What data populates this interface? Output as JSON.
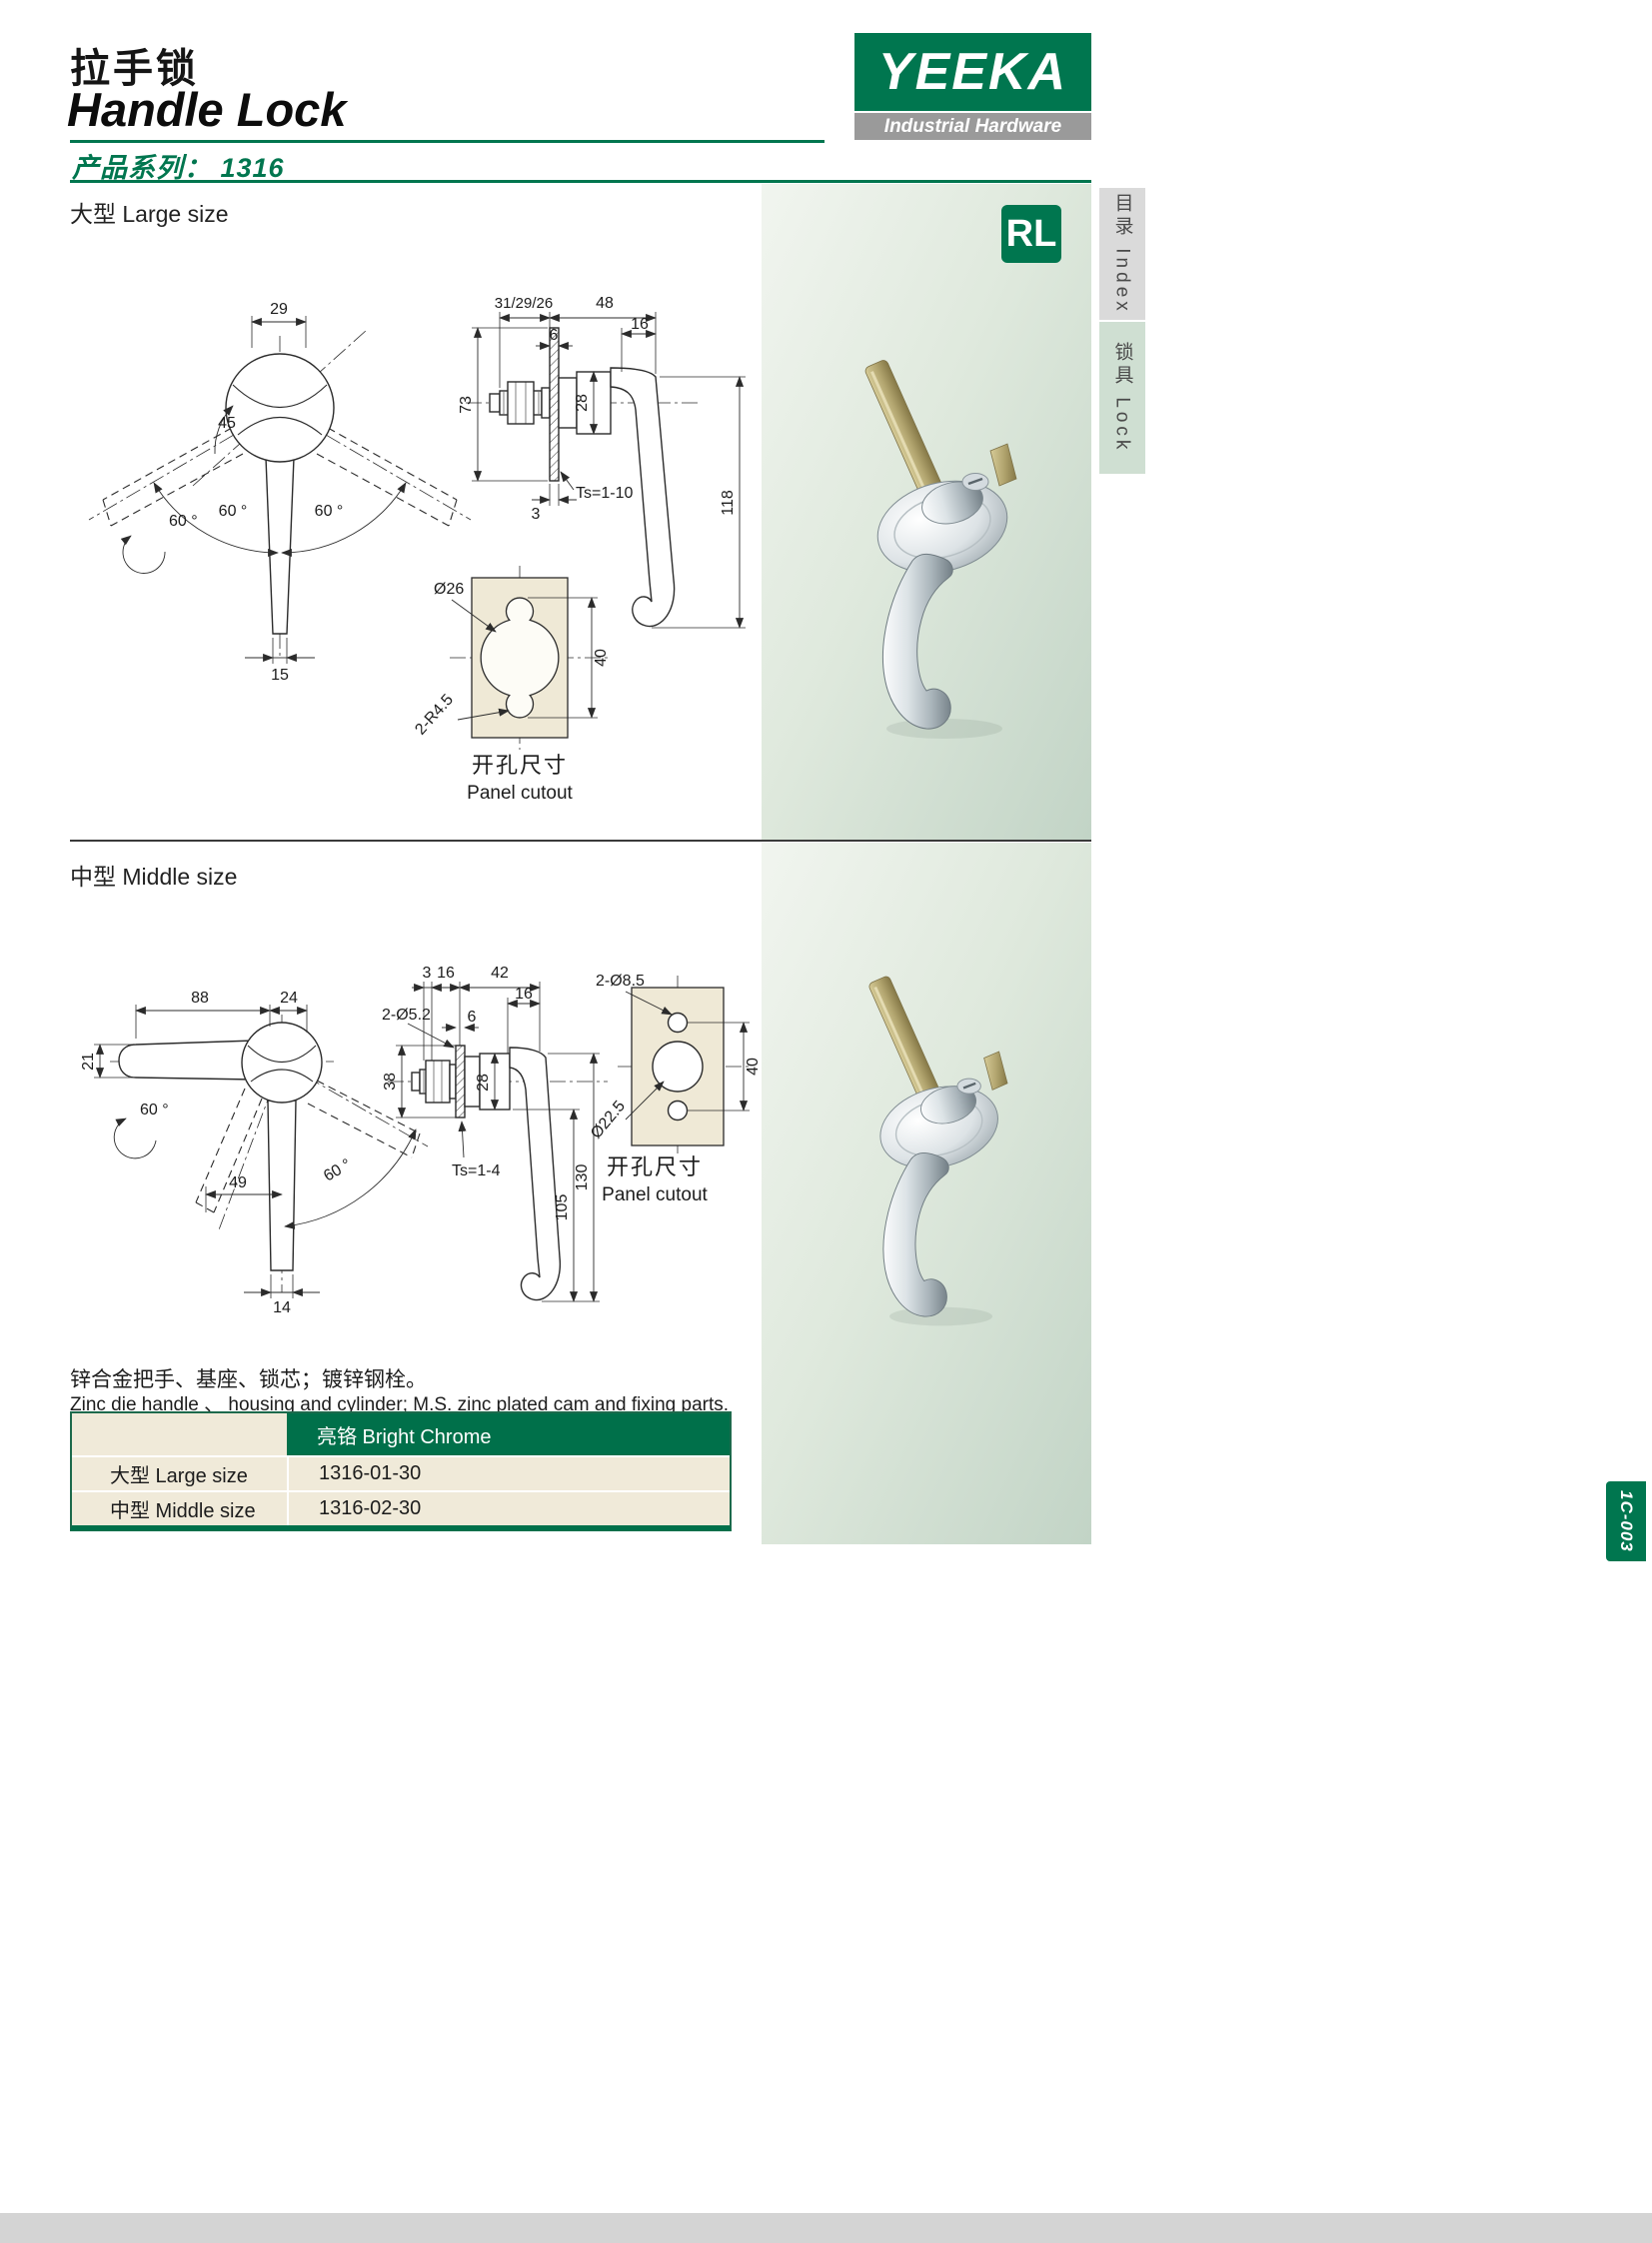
{
  "colors": {
    "green": "#00764f",
    "table_green": "#00704a",
    "beige": "#f0ead9",
    "panel_light": "#f1f5ef",
    "panel_dark": "#c2d4c6",
    "gray_bar": "#9a9a9a"
  },
  "header": {
    "title_cn": "拉手锁",
    "title_en": "Handle Lock",
    "series": "产品系列： 1316",
    "brand": "YEEKA",
    "brand_tagline": "Industrial Hardware"
  },
  "badges": {
    "rl": "RL",
    "page_no": "1C-003"
  },
  "side_tabs": [
    {
      "label": "目录 Index"
    },
    {
      "label": "锁具 Lock"
    }
  ],
  "sections": {
    "large": {
      "label": "大型 Large size"
    },
    "middle": {
      "label": "中型 Middle size"
    }
  },
  "large": {
    "front": {
      "w29": "29",
      "a45": "45",
      "a60l": "60 °",
      "a60r": "60 °",
      "rot60": "60 °",
      "w15": "15"
    },
    "side": {
      "grip": "31/29/26",
      "l48": "48",
      "l16": "16",
      "l6": "6",
      "h28": "28",
      "h73": "73",
      "t3": "3",
      "ts": "Ts=1-10",
      "h118": "118"
    },
    "cutout": {
      "dia": "Ø26",
      "h40": "40",
      "r": "2-R4.5",
      "cap_cn": "开孔尺寸",
      "cap_en": "Panel cutout"
    }
  },
  "middle": {
    "front": {
      "l88": "88",
      "l24": "24",
      "h21": "21",
      "rot60": "60 °",
      "a60": "60 °",
      "l49": "49",
      "w14": "14"
    },
    "side": {
      "t3": "3",
      "l16a": "16",
      "l42": "42",
      "l16b": "16",
      "holes": "2-Ø5.2",
      "l6": "6",
      "h38": "38",
      "h28": "28",
      "ts": "Ts=1-4",
      "h105": "105",
      "h130": "130"
    },
    "cutout": {
      "holes": "2-Ø8.5",
      "h40": "40",
      "dia": "Ø22.5",
      "cap_cn": "开孔尺寸",
      "cap_en": "Panel cutout"
    }
  },
  "notes": {
    "cn": "锌合金把手、基座、锁芯；镀锌钢栓。",
    "en": "Zinc die handle 、 housing and cylinder; M.S. zinc plated cam and fixing parts."
  },
  "table": {
    "finish_header": "亮铬  Bright Chrome",
    "rows": [
      {
        "size": "大型 Large size",
        "part_no": "1316-01-30"
      },
      {
        "size": "中型 Middle size",
        "part_no": "1316-02-30"
      }
    ]
  }
}
